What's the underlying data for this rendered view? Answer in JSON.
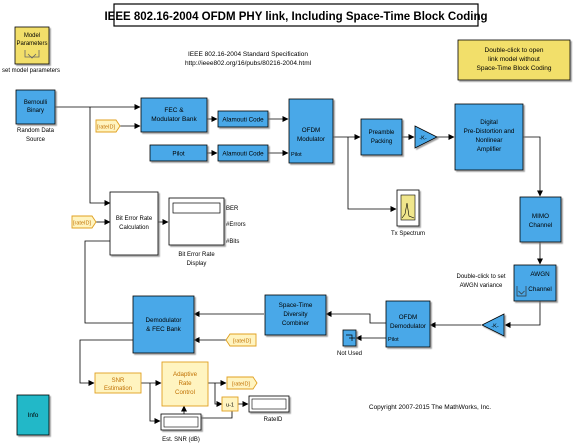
{
  "title": "IEEE 802.16-2004 OFDM PHY link, Including Space-Time Block Coding",
  "spec": {
    "line1": "IEEE 802.16-2004 Standard Specification",
    "line2": "http://ieee802.org/16/pubs/80216-2004.html"
  },
  "copyright": "Copyright 2007-2015 The MathWorks, Inc.",
  "colors": {
    "block_fill": "#4aa8e8",
    "yellow_fill": "#f2df6b",
    "tag_fill": "#fff4c0",
    "info_fill": "#22b8c8",
    "line": "#000000"
  },
  "model_params": {
    "line1": "Model",
    "line2": "Parameters",
    "caption": "set model parameters"
  },
  "open_note": {
    "line1": "Double-click to open",
    "line2": "link model without",
    "line3": "Space-Time Block Coding"
  },
  "blocks": {
    "bernoulli": {
      "line1": "Bernoulli",
      "line2": "Binary",
      "caption1": "Random Data",
      "caption2": "Source"
    },
    "fec": {
      "line1": "FEC &",
      "line2": "Modulator Bank"
    },
    "alamouti1": {
      "label": "Alamouti Code"
    },
    "alamouti2": {
      "label": "Alamouti Code"
    },
    "pilot_src": {
      "label": "Pilot"
    },
    "ofdm_mod": {
      "line1": "OFDM",
      "line2": "Modulator",
      "port_pilot": "Pilot"
    },
    "preamble": {
      "line1": "Preamble",
      "line2": "Packing"
    },
    "gain_tx": {
      "label": "-K-"
    },
    "predistortion": {
      "line1": "Digital",
      "line2": "Pre-Distortion and",
      "line3": "Nonlinear",
      "line4": "Amplifier"
    },
    "mimo": {
      "line1": "MIMO",
      "line2": "Channel"
    },
    "awgn": {
      "line1": "AWGN",
      "line2": "Channel",
      "note1": "Double-click to set",
      "note2": "AWGN variance"
    },
    "gain_rx": {
      "label": "-K-"
    },
    "ofdm_demod": {
      "line1": "OFDM",
      "line2": "Demodulator",
      "port_pilot": "Pilot"
    },
    "terminator": {
      "caption": "Not Used"
    },
    "stdc": {
      "line1": "Space-Time",
      "line2": "Diversity",
      "line3": "Combiner"
    },
    "demod_fec": {
      "line1": "Demodulator",
      "line2": "& FEC Bank"
    },
    "ber_calc": {
      "line1": "Bit Error Rate",
      "line2": "Calculation"
    },
    "ber_display": {
      "out1": "BER",
      "out2": "#Errors",
      "out3": "#Bits",
      "caption1": "Bit Error Rate",
      "caption2": "Display"
    },
    "tx_spectrum": {
      "caption": "Tx Spectrum"
    },
    "snr_est": {
      "line1": "SNR",
      "line2": "Estimation"
    },
    "adaptive": {
      "line1": "Adaptive",
      "line2": "Rate",
      "line3": "Control"
    },
    "unit_delay": {
      "label": "u-1"
    },
    "snr_display": {
      "caption": "Est. SNR (dB)"
    },
    "rate_display": {
      "caption": "RateID"
    },
    "info": {
      "label": "Info"
    }
  },
  "tags": {
    "goto_adaptive": "[rateID]",
    "from_fec": "[rateID]",
    "from_ber": "[rateID]",
    "from_demod": "[rateID]"
  }
}
